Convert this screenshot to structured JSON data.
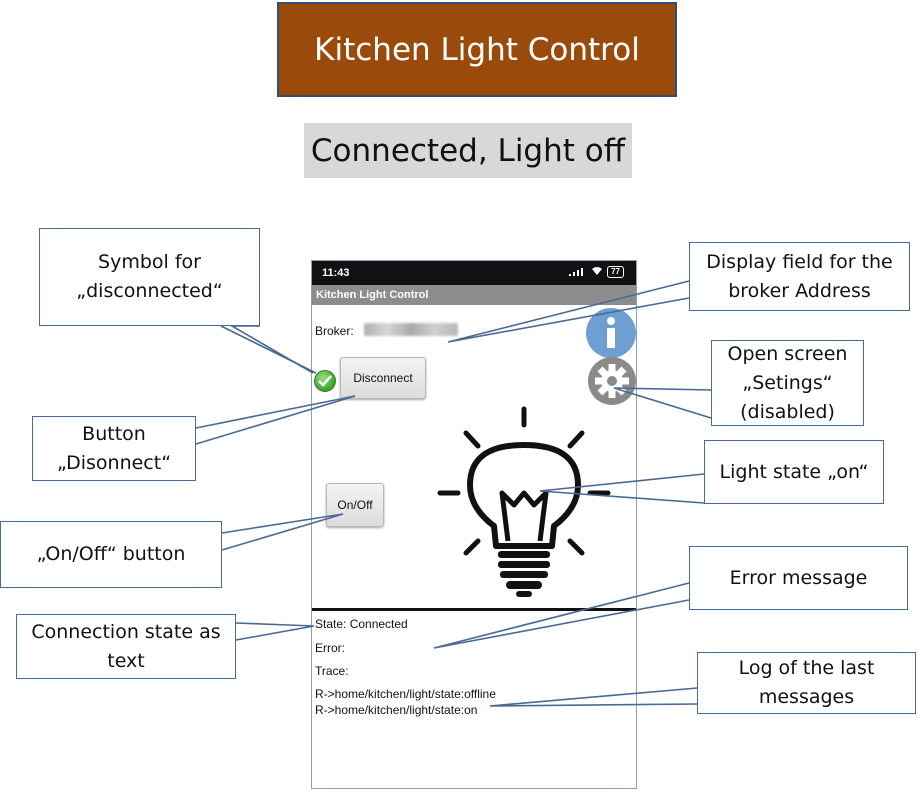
{
  "title": "Kitchen Light Control",
  "state_banner": "Connected, Light off",
  "phone": {
    "status_time": "11:43",
    "battery": "77",
    "app_title": "Kitchen Light Control",
    "broker_label": "Broker:",
    "disconnect_label": "Disconnect",
    "onoff_label": "On/Off",
    "state_text": "State: Connected",
    "error_text": "Error:",
    "trace_text": "Trace:",
    "log": [
      "R->home/kitchen/light/state:offline",
      "R->home/kitchen/light/state:on"
    ]
  },
  "callouts": {
    "symbol": "Symbol for „disconnected“",
    "broker": "Display field for the broker Address",
    "settings": "Open screen „Setings“ (disabled)",
    "button": "Button „Disonnect“",
    "light_state": "Light state „on“",
    "onoff": "„On/Off“ button",
    "error": "Error message",
    "connection_state": "Connection state as text",
    "log": "Log of the last messages"
  },
  "colors": {
    "title_bg": "#9a4a0a",
    "callout_border": "#4a6a93",
    "info_blue": "#6e9fd3",
    "gear_gray": "#8a8a8a",
    "connected_green": "#3ca22b"
  },
  "icons": [
    "check-icon",
    "info-icon",
    "gear-icon",
    "lightbulb-icon",
    "wifi-icon",
    "signal-icon",
    "battery-icon"
  ]
}
